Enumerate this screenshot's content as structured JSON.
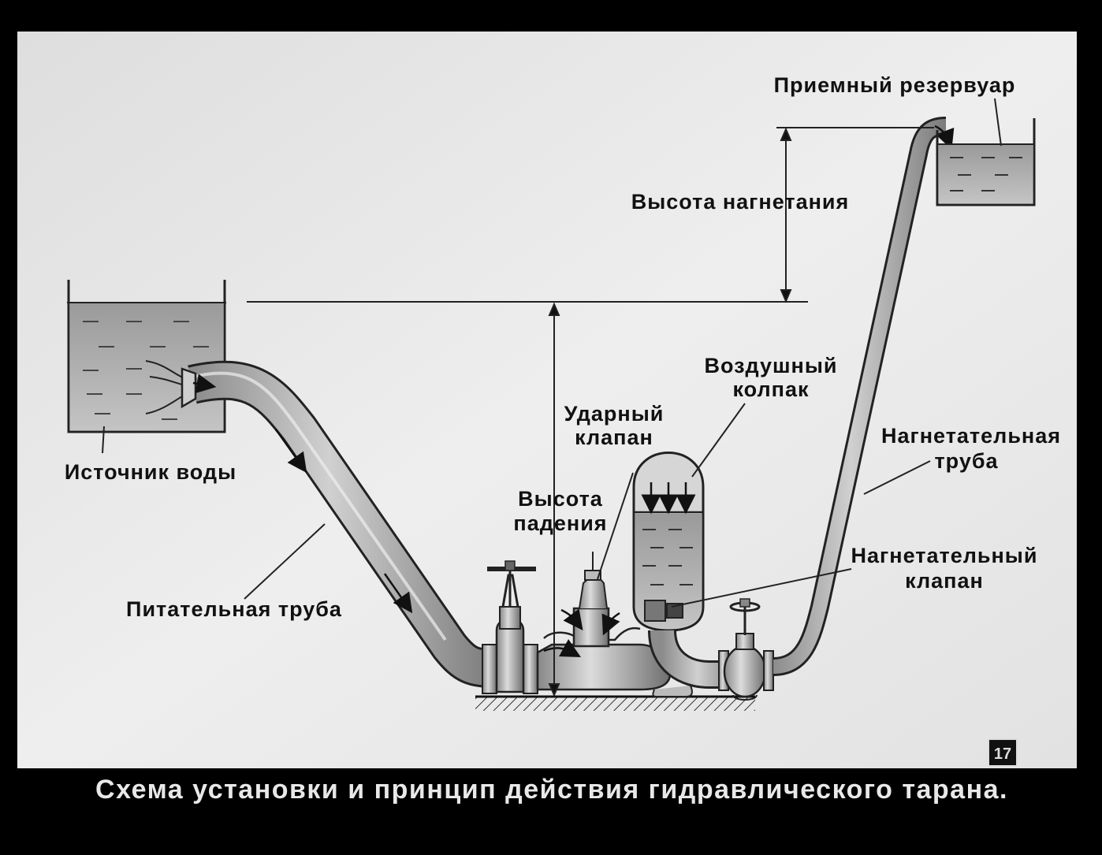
{
  "labels": {
    "receiving_tank": "Приемный резервуар",
    "delivery_head": "Высота нагнетания",
    "water_source": "Источник воды",
    "air_chamber": [
      "Воздушный",
      "колпак"
    ],
    "impulse_valve": [
      "Ударный",
      "клапан"
    ],
    "fall_height": [
      "Высота",
      "падения"
    ],
    "delivery_pipe": [
      "Нагнетательная",
      "труба"
    ],
    "delivery_valve": [
      "Нагнетательный",
      "клапан"
    ],
    "supply_pipe": "Питательная труба"
  },
  "slide_number": "17",
  "caption": "Схема установки и принцип действия гидравлического тарана."
}
